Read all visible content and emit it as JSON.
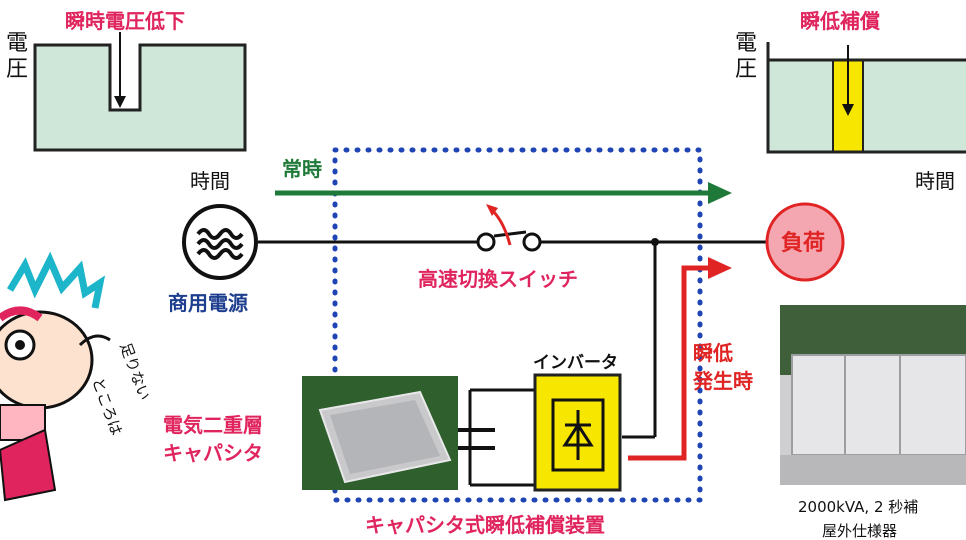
{
  "left_graph": {
    "axis_label": "電圧",
    "time_label": "時間",
    "annotation": "瞬時電圧低下"
  },
  "right_graph": {
    "axis_label": "電圧",
    "time_label": "時間",
    "annotation": "瞬低補償"
  },
  "labels": {
    "normal": "常時",
    "source": "商用電源",
    "load": "負荷",
    "switch": "高速切換スイッチ",
    "inverter": "インバータ",
    "sag": "瞬低\n発生時",
    "capacitor": "電気二重層\nキャパシタ",
    "device": "キャパシタ式瞬低補償装置",
    "photo_caption_line1": "2000kVA, 2 秒補",
    "photo_caption_line2": "屋外仕様器",
    "mascot_text": "足りない\nところは"
  },
  "colors": {
    "green_arrow": "#1f7a3a",
    "red_arrow": "#e02424",
    "dotted_box": "#1f44b3",
    "graph_fill": "#cfe7d8",
    "comp_fill": "#f7e600",
    "load_fill": "#f4a6b1",
    "accent_pink": "#e0245e"
  }
}
